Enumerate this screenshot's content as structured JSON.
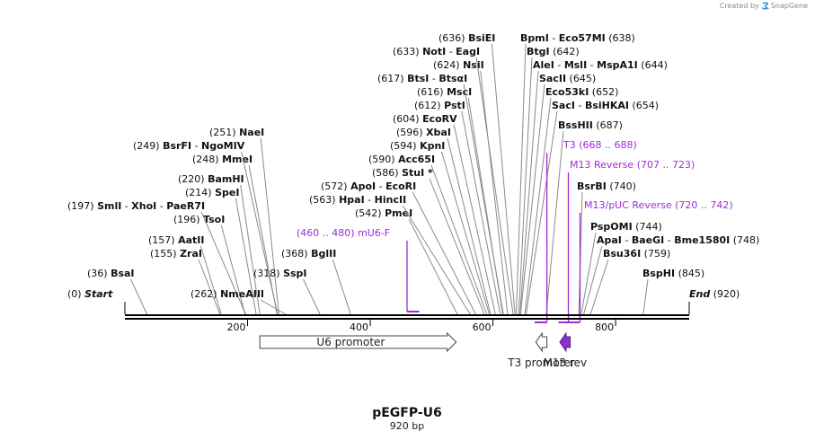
{
  "credit": {
    "prefix": "Created by",
    "brand": "SnapGene",
    "icon": "snapgene-logo-icon"
  },
  "plasmid": {
    "name": "pEGFP-U6",
    "length_label": "920 bp",
    "length": 920
  },
  "scale": {
    "ticks": [
      200,
      400,
      600,
      800
    ],
    "tick_labels": [
      "200",
      "400",
      "600",
      "800"
    ]
  },
  "ends": [
    {
      "pos": 0,
      "num": "(0)",
      "name": "Start"
    },
    {
      "pos": 920,
      "num": "(920)",
      "name": "End"
    }
  ],
  "sites": [
    {
      "pos": 36,
      "num": "(36)",
      "names": [
        "BsaI"
      ]
    },
    {
      "pos": 155,
      "num": "(155)",
      "names": [
        "ZraI"
      ]
    },
    {
      "pos": 157,
      "num": "(157)",
      "names": [
        "AatII"
      ]
    },
    {
      "pos": 196,
      "num": "(196)",
      "names": [
        "TsoI"
      ]
    },
    {
      "pos": 197,
      "num": "(197)",
      "names": [
        "SmlI",
        "XhoI",
        "PaeR7I"
      ]
    },
    {
      "pos": 214,
      "num": "(214)",
      "names": [
        "SpeI"
      ]
    },
    {
      "pos": 220,
      "num": "(220)",
      "names": [
        "BamHI"
      ]
    },
    {
      "pos": 248,
      "num": "(248)",
      "names": [
        "MmeI"
      ]
    },
    {
      "pos": 249,
      "num": "(249)",
      "names": [
        "BsrFI",
        "NgoMIV"
      ]
    },
    {
      "pos": 251,
      "num": "(251)",
      "names": [
        "NaeI"
      ]
    },
    {
      "pos": 262,
      "num": "(262)",
      "names": [
        "NmeAIII"
      ]
    },
    {
      "pos": 318,
      "num": "(318)",
      "names": [
        "SspI"
      ]
    },
    {
      "pos": 368,
      "num": "(368)",
      "names": [
        "BglII"
      ]
    },
    {
      "pos": 542,
      "num": "(542)",
      "names": [
        "PmeI"
      ]
    },
    {
      "pos": 563,
      "num": "(563)",
      "names": [
        "HpaI",
        "HincII"
      ]
    },
    {
      "pos": 572,
      "num": "(572)",
      "names": [
        "ApoI",
        "EcoRI"
      ]
    },
    {
      "pos": 586,
      "num": "(586)",
      "names": [
        "StuI *"
      ]
    },
    {
      "pos": 590,
      "num": "(590)",
      "names": [
        "Acc65I"
      ]
    },
    {
      "pos": 594,
      "num": "(594)",
      "names": [
        "KpnI"
      ]
    },
    {
      "pos": 596,
      "num": "(596)",
      "names": [
        "XbaI"
      ]
    },
    {
      "pos": 604,
      "num": "(604)",
      "names": [
        "EcoRV"
      ]
    },
    {
      "pos": 612,
      "num": "(612)",
      "names": [
        "PstI"
      ]
    },
    {
      "pos": 616,
      "num": "(616)",
      "names": [
        "MscI"
      ]
    },
    {
      "pos": 617,
      "num": "(617)",
      "names": [
        "BtsI",
        "BtsαI"
      ]
    },
    {
      "pos": 624,
      "num": "(624)",
      "names": [
        "NsiI"
      ]
    },
    {
      "pos": 633,
      "num": "(633)",
      "names": [
        "NotI",
        "EagI"
      ]
    },
    {
      "pos": 636,
      "num": "(636)",
      "names": [
        "BsiEI"
      ]
    },
    {
      "pos": 638,
      "num": "(638)",
      "names": [
        "BpmI",
        "Eco57MI"
      ]
    },
    {
      "pos": 642,
      "num": "(642)",
      "names": [
        "BtgI"
      ]
    },
    {
      "pos": 644,
      "num": "(644)",
      "names": [
        "AleI",
        "MslI",
        "MspA1I"
      ]
    },
    {
      "pos": 645,
      "num": "(645)",
      "names": [
        "SacII"
      ]
    },
    {
      "pos": 652,
      "num": "(652)",
      "names": [
        "Eco53kI"
      ]
    },
    {
      "pos": 654,
      "num": "(654)",
      "names": [
        "SacI",
        "BsiHKAI"
      ]
    },
    {
      "pos": 687,
      "num": "(687)",
      "names": [
        "BssHII"
      ]
    },
    {
      "pos": 740,
      "num": "(740)",
      "names": [
        "BsrBI"
      ]
    },
    {
      "pos": 744,
      "num": "(744)",
      "names": [
        "PspOMI"
      ]
    },
    {
      "pos": 748,
      "num": "(748)",
      "names": [
        "ApaI",
        "BaeGI",
        "Bme1580I"
      ]
    },
    {
      "pos": 759,
      "num": "(759)",
      "names": [
        "Bsu36I"
      ]
    },
    {
      "pos": 845,
      "num": "(845)",
      "names": [
        "BspHI"
      ]
    }
  ],
  "primers": [
    {
      "name": "mU6-F",
      "range": "(460 .. 480)",
      "start": 460,
      "end": 480,
      "direction": "forward",
      "color": "#a02bd6"
    },
    {
      "name": "T3",
      "range": "(668 .. 688)",
      "start": 668,
      "end": 688,
      "direction": "reverse",
      "color": "#a02bd6"
    },
    {
      "name": "M13 Reverse",
      "range": "(707 .. 723)",
      "start": 707,
      "end": 723,
      "direction": "reverse",
      "color": "#a02bd6"
    },
    {
      "name": "M13/pUC Reverse",
      "range": "(720 .. 742)",
      "start": 720,
      "end": 742,
      "direction": "reverse",
      "color": "#a02bd6"
    }
  ],
  "features": [
    {
      "name": "U6 promoter",
      "start": 220,
      "end": 540,
      "direction": "forward",
      "color": "#ffffff"
    },
    {
      "name": "T3 promoter",
      "start": 670,
      "end": 688,
      "direction": "reverse",
      "color": "#ffffff"
    },
    {
      "name": "M13 rev",
      "start": 709,
      "end": 726,
      "direction": "reverse",
      "color": "#8e2fd0"
    }
  ]
}
